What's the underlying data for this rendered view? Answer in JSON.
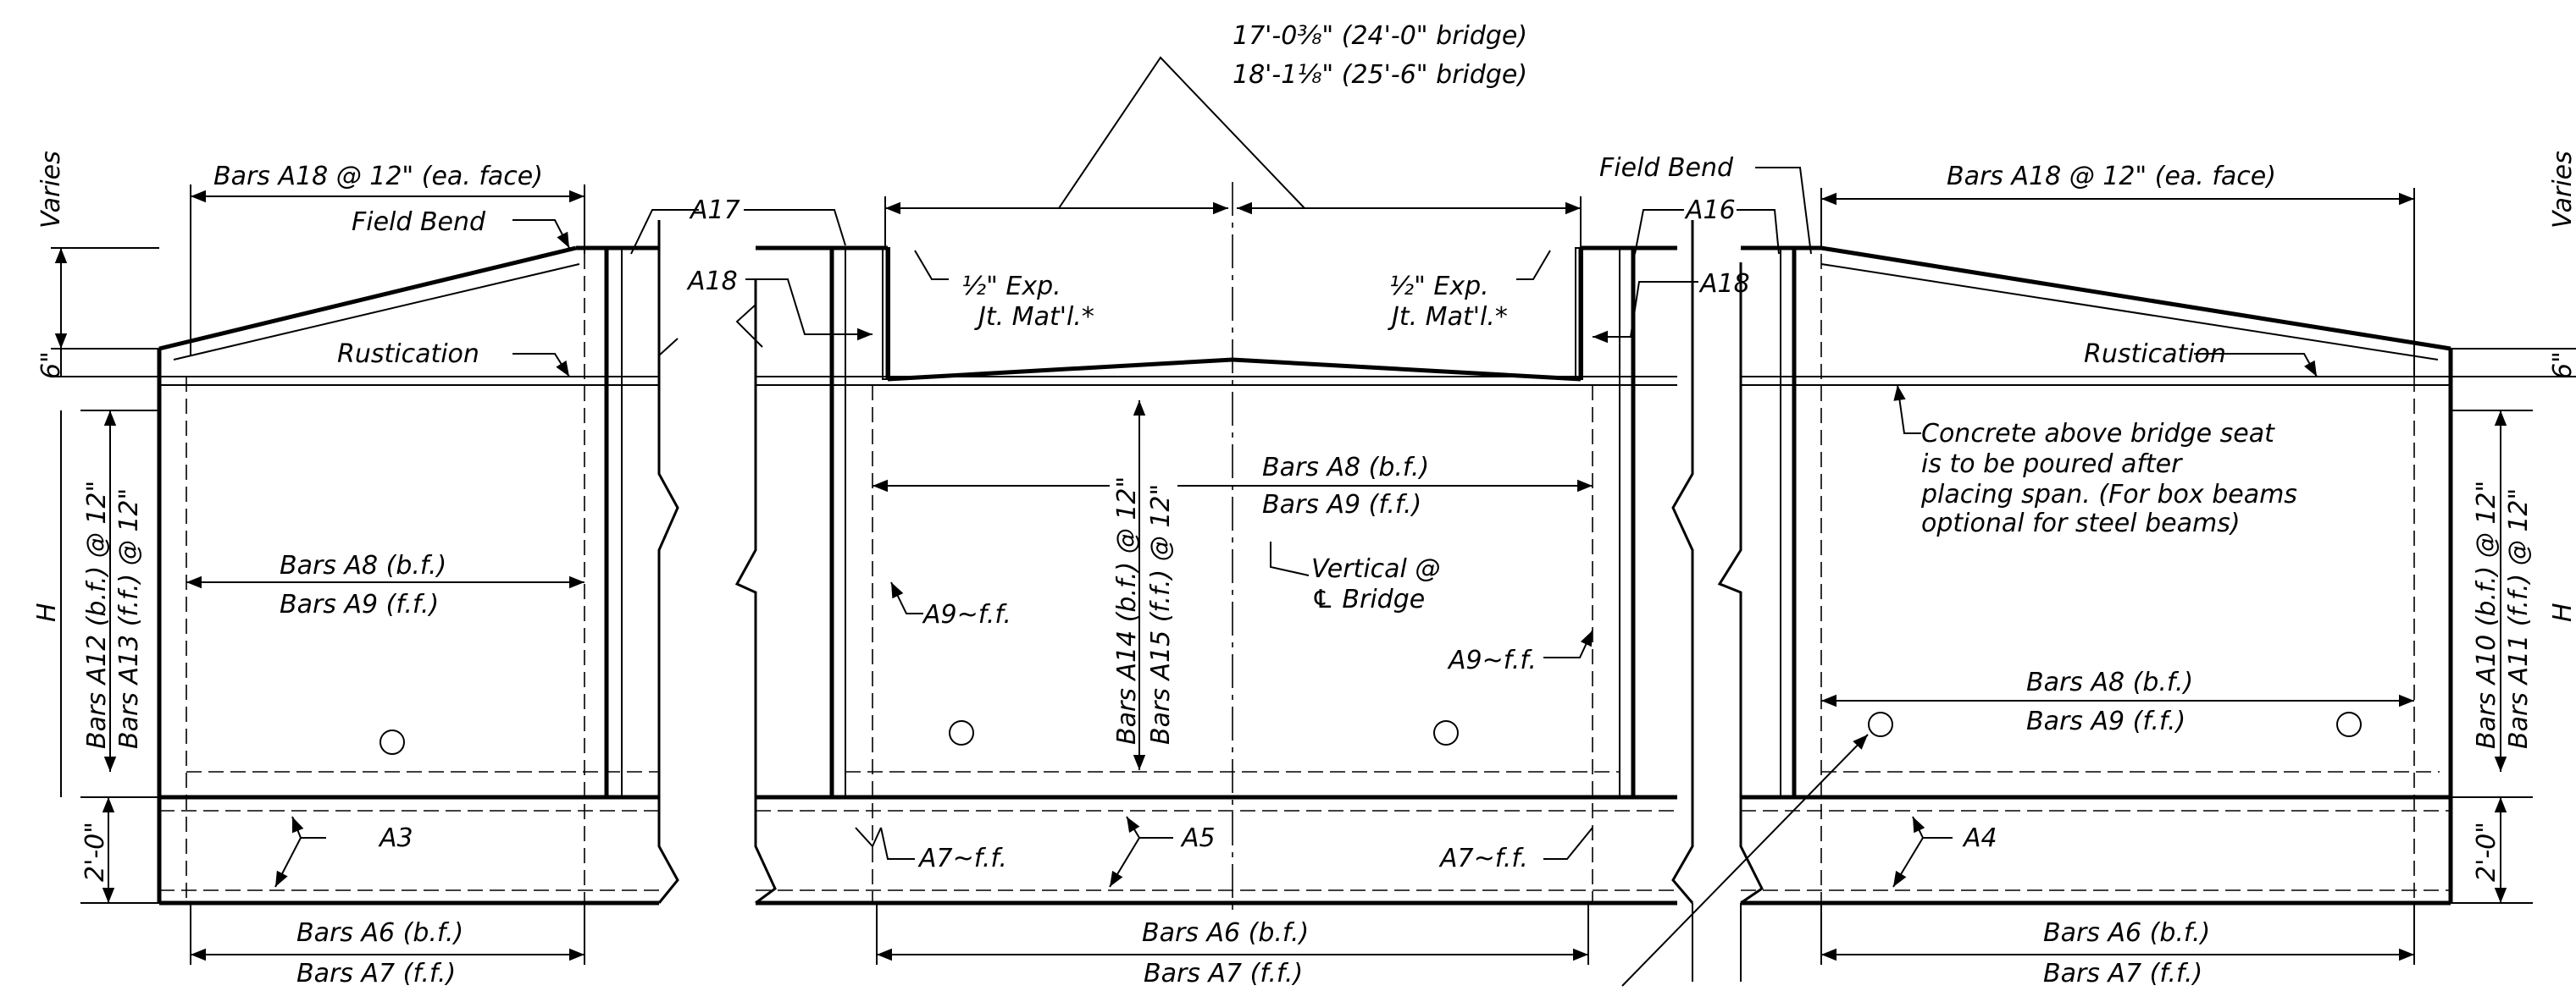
{
  "labels": {
    "dim_top_line1": "17'-0⅜\" (24'-0\" bridge)",
    "dim_top_line2": "18'-1⅛\" (25'-6\" bridge)",
    "varies": "Varies",
    "six_in": "6\"",
    "h": "H",
    "two_ft": "2'-0\"",
    "bars_a18_left": "Bars A18 @ 12\" (ea. face)",
    "bars_a18_right": "Bars A18 @ 12\" (ea. face)",
    "field_bend_left": "Field Bend",
    "field_bend_right": "Field Bend",
    "a17": "A17",
    "a16": "A16",
    "a18_left": "A18",
    "a18_right": "A18",
    "exp_jt_left_1": "½\" Exp.",
    "exp_jt_left_2": "Jt. Mat'l.*",
    "exp_jt_right_1": "½\" Exp.",
    "exp_jt_right_2": "Jt. Mat'l.*",
    "rustication_left": "Rustication",
    "rustication_right": "Rustication",
    "concrete_note_1": "Concrete above bridge seat",
    "concrete_note_2": "is to be poured after",
    "concrete_note_3": "placing span. (For box beams",
    "concrete_note_4": "optional for steel beams)",
    "bars_a8_bf_left": "Bars A8 (b.f.)",
    "bars_a9_ff_left": "Bars A9 (f.f.)",
    "bars_a8_bf_center": "Bars A8 (b.f.)",
    "bars_a9_ff_center": "Bars A9 (f.f.)",
    "bars_a8_bf_right": "Bars A8 (b.f.)",
    "bars_a9_ff_right": "Bars A9 (f.f.)",
    "vertical_cl_1": "Vertical @",
    "vertical_cl_2": "℄ Bridge",
    "a9ff_left": "A9~f.f.",
    "a9ff_right": "A9~f.f.",
    "a7ff_left": "A7~f.f.",
    "a7ff_right": "A7~f.f.",
    "a3": "A3",
    "a4": "A4",
    "a5": "A5",
    "bars_a6_bf_left": "Bars A6 (b.f.)",
    "bars_a7_ff_left": "Bars A7 (f.f.)",
    "bars_a6_bf_center": "Bars A6 (b.f.)",
    "bars_a7_ff_center": "Bars A7 (f.f.)",
    "bars_a6_bf_right": "Bars A6 (b.f.)",
    "bars_a7_ff_right": "Bars A7 (f.f.)",
    "bars_a12": "Bars A12 (b.f.) @ 12\"",
    "bars_a13": "Bars A13 (f.f.) @ 12\"",
    "bars_a14": "Bars A14 (b.f.) @ 12\"",
    "bars_a15": "Bars A15 (f.f.) @ 12\"",
    "bars_a10": "Bars A10 (b.f.) @ 12\"",
    "bars_a11": "Bars A11 (f.f.) @ 12\"",
    "varies_right": "Varies",
    "six_in_right": "6\"",
    "h_right": "H",
    "two_ft_right": "2'-0\""
  }
}
